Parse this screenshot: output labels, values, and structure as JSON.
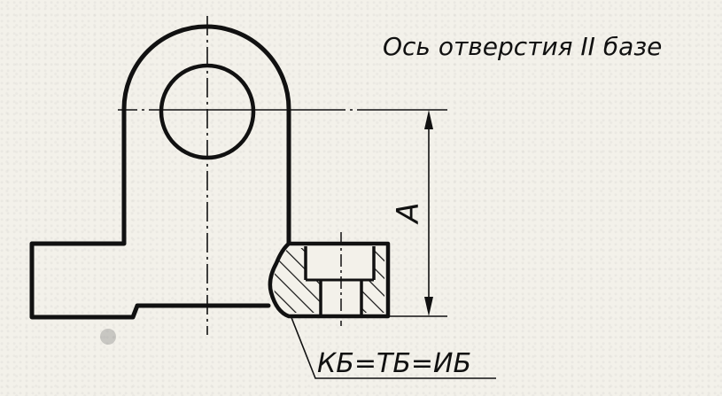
{
  "title": "Ось отверстия II базе",
  "dimension_label": "А",
  "leader_label": "КБ=ТБ=ИБ",
  "colors": {
    "ink": "#111111",
    "paper": "#f3f1ea"
  }
}
